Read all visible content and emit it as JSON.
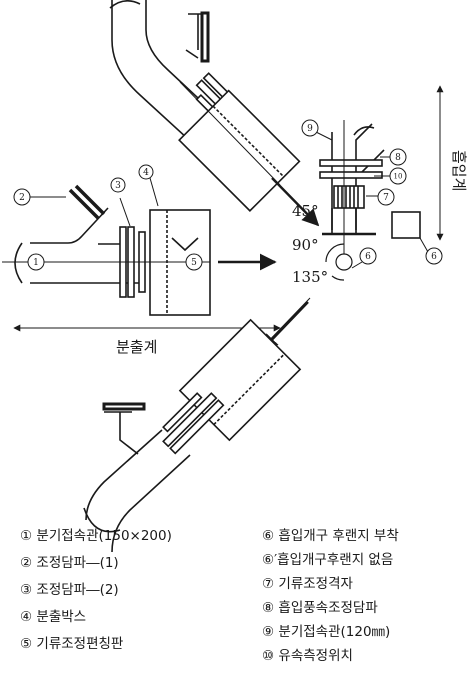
{
  "diagram": {
    "labels": {
      "spout": "분출계",
      "intake": "흡입계",
      "angle_45": "45°",
      "angle_90": "90°",
      "angle_135": "135°"
    },
    "callout_numbers": {
      "n1": "1",
      "n2": "2",
      "n3": "3",
      "n4": "4",
      "n5": "5",
      "n6": "6",
      "n6b": "6",
      "n7": "7",
      "n8": "8",
      "n9": "9",
      "n10": "10"
    }
  },
  "legend": {
    "left": [
      "① 분기접속관(150×200)",
      "② 조정담파―(1)",
      "③ 조정담파―(2)",
      "④ 분출박스",
      "⑤ 기류조정편칭판"
    ],
    "right": [
      "⑥ 흡입개구 후랜지 부착",
      "⑥′흡입개구후랜지 없음",
      "⑦ 기류조정격자",
      "⑧ 흡입풍속조정담파",
      "⑨ 분기접속관(120㎜)",
      "⑩ 유속측정위치"
    ]
  }
}
